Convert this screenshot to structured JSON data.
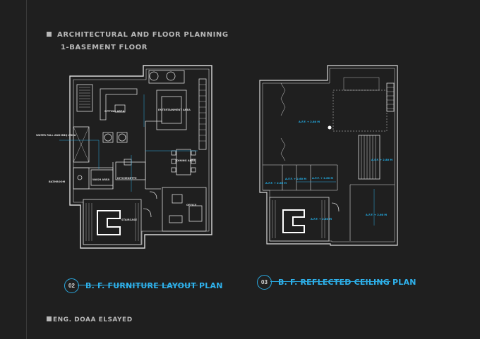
{
  "header": {
    "line1": "ARCHITECTURAL AND FLOOR PLANNING",
    "line2": "1-BASEMENT FLOOR"
  },
  "footer": {
    "author": "ENG. DOAA ELSAYED"
  },
  "plans": [
    {
      "number": "02",
      "title": "B. F. FURNITURE LAYOUT PLAN",
      "rooms": {
        "sitting": "SITTING AREA",
        "entertainment": "ENTERTAINMENT AREA",
        "waterfall": "WATER FALL AND BBQ AREA",
        "dining": "DINING AREA",
        "bathroom": "BATHROOM",
        "wash": "WASH AREA",
        "kitchenette": "KITCHENETTE",
        "office": "OFFICE",
        "staircase": "STAIRCASE"
      }
    },
    {
      "number": "03",
      "title": "B. F. REFLECTED CEILING PLAN",
      "levels": {
        "l1": "A.F.F. + 2.80 M",
        "l2": "A.F.F. + 2.80 M",
        "l3": "A.F.F. + 2.60 M",
        "l4": "A.F.F. + 2.60 M",
        "l5": "A.F.F. + 2.60 M",
        "l6": "A.F.F. + 2.60 M",
        "l7": "A.F.F. + 2.60 M"
      }
    }
  ],
  "colors": {
    "background": "#1f1f1f",
    "accent": "#2fb3ee",
    "line": "#d9d9d9",
    "text": "#b8b8b8"
  }
}
